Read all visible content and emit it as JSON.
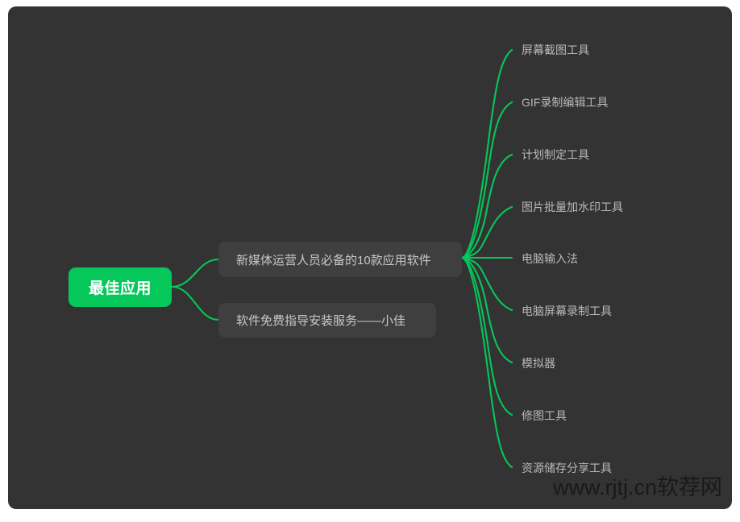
{
  "canvas": {
    "background_color": "#333333",
    "page_background_color": "#ffffff",
    "accent_color": "#05c75a",
    "node_box_color": "#3f3f3f",
    "node_text_color": "#c8c8c8"
  },
  "root": {
    "label": "最佳应用"
  },
  "branches": [
    {
      "label": "新媒体运营人员必备的10款应用软件"
    },
    {
      "label": "软件免费指导安装服务——小佳"
    }
  ],
  "leaves": [
    {
      "label": "屏幕截图工具"
    },
    {
      "label": "GIF录制编辑工具"
    },
    {
      "label": "计划制定工具"
    },
    {
      "label": "图片批量加水印工具"
    },
    {
      "label": "电脑输入法"
    },
    {
      "label": "电脑屏幕录制工具"
    },
    {
      "label": "模拟器"
    },
    {
      "label": "修图工具"
    },
    {
      "label": "资源储存分享工具"
    }
  ],
  "watermark": {
    "text": "www.rjtj.cn软荐网"
  }
}
